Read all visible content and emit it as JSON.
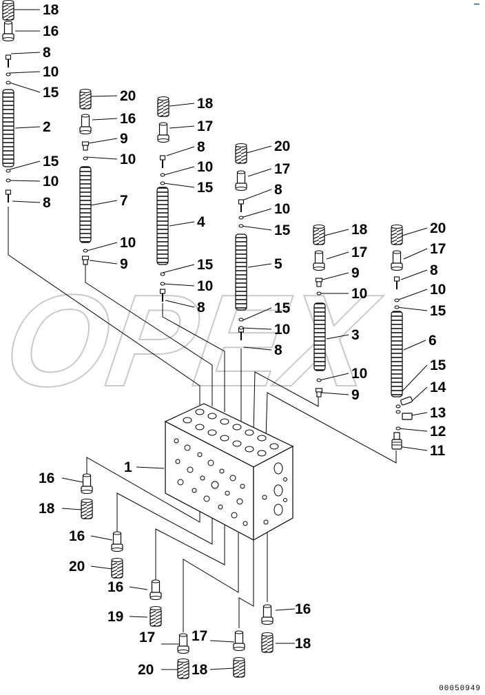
{
  "watermark": {
    "text": "OPEX"
  },
  "drawing_code": "00050949",
  "callouts": [
    {
      "id": "c1",
      "text": "18"
    },
    {
      "id": "c2",
      "text": "16"
    },
    {
      "id": "c3",
      "text": "8"
    },
    {
      "id": "c4",
      "text": "10"
    },
    {
      "id": "c5",
      "text": "15"
    },
    {
      "id": "c6",
      "text": "2"
    },
    {
      "id": "c7",
      "text": "15"
    },
    {
      "id": "c8",
      "text": "10"
    },
    {
      "id": "c9",
      "text": "8"
    },
    {
      "id": "c10",
      "text": "20"
    },
    {
      "id": "c11",
      "text": "16"
    },
    {
      "id": "c12",
      "text": "9"
    },
    {
      "id": "c13",
      "text": "10"
    },
    {
      "id": "c14",
      "text": "7"
    },
    {
      "id": "c15",
      "text": "10"
    },
    {
      "id": "c16",
      "text": "9"
    },
    {
      "id": "c17",
      "text": "18"
    },
    {
      "id": "c18",
      "text": "17"
    },
    {
      "id": "c19",
      "text": "8"
    },
    {
      "id": "c20",
      "text": "10"
    },
    {
      "id": "c21",
      "text": "15"
    },
    {
      "id": "c22",
      "text": "4"
    },
    {
      "id": "c23",
      "text": "15"
    },
    {
      "id": "c24",
      "text": "10"
    },
    {
      "id": "c25",
      "text": "8"
    },
    {
      "id": "c26",
      "text": "20"
    },
    {
      "id": "c27",
      "text": "17"
    },
    {
      "id": "c28",
      "text": "8"
    },
    {
      "id": "c29",
      "text": "10"
    },
    {
      "id": "c30",
      "text": "15"
    },
    {
      "id": "c31",
      "text": "5"
    },
    {
      "id": "c32",
      "text": "15"
    },
    {
      "id": "c33",
      "text": "10"
    },
    {
      "id": "c34",
      "text": "8"
    },
    {
      "id": "c35",
      "text": "18"
    },
    {
      "id": "c36",
      "text": "17"
    },
    {
      "id": "c37",
      "text": "9"
    },
    {
      "id": "c38",
      "text": "10"
    },
    {
      "id": "c39",
      "text": "3"
    },
    {
      "id": "c40",
      "text": "10"
    },
    {
      "id": "c41",
      "text": "9"
    },
    {
      "id": "c42",
      "text": "20"
    },
    {
      "id": "c43",
      "text": "17"
    },
    {
      "id": "c44",
      "text": "8"
    },
    {
      "id": "c45",
      "text": "10"
    },
    {
      "id": "c46",
      "text": "15"
    },
    {
      "id": "c47",
      "text": "6"
    },
    {
      "id": "c48",
      "text": "15"
    },
    {
      "id": "c49",
      "text": "14"
    },
    {
      "id": "c50",
      "text": "13"
    },
    {
      "id": "c51",
      "text": "12"
    },
    {
      "id": "c52",
      "text": "11"
    },
    {
      "id": "c53",
      "text": "1"
    },
    {
      "id": "c54",
      "text": "16"
    },
    {
      "id": "c55",
      "text": "18"
    },
    {
      "id": "c56",
      "text": "16"
    },
    {
      "id": "c57",
      "text": "20"
    },
    {
      "id": "c58",
      "text": "16"
    },
    {
      "id": "c59",
      "text": "19"
    },
    {
      "id": "c60",
      "text": "17"
    },
    {
      "id": "c61",
      "text": "17"
    },
    {
      "id": "c62",
      "text": "16"
    },
    {
      "id": "c63",
      "text": "18"
    },
    {
      "id": "c64",
      "text": "20"
    },
    {
      "id": "c65",
      "text": "18"
    }
  ]
}
